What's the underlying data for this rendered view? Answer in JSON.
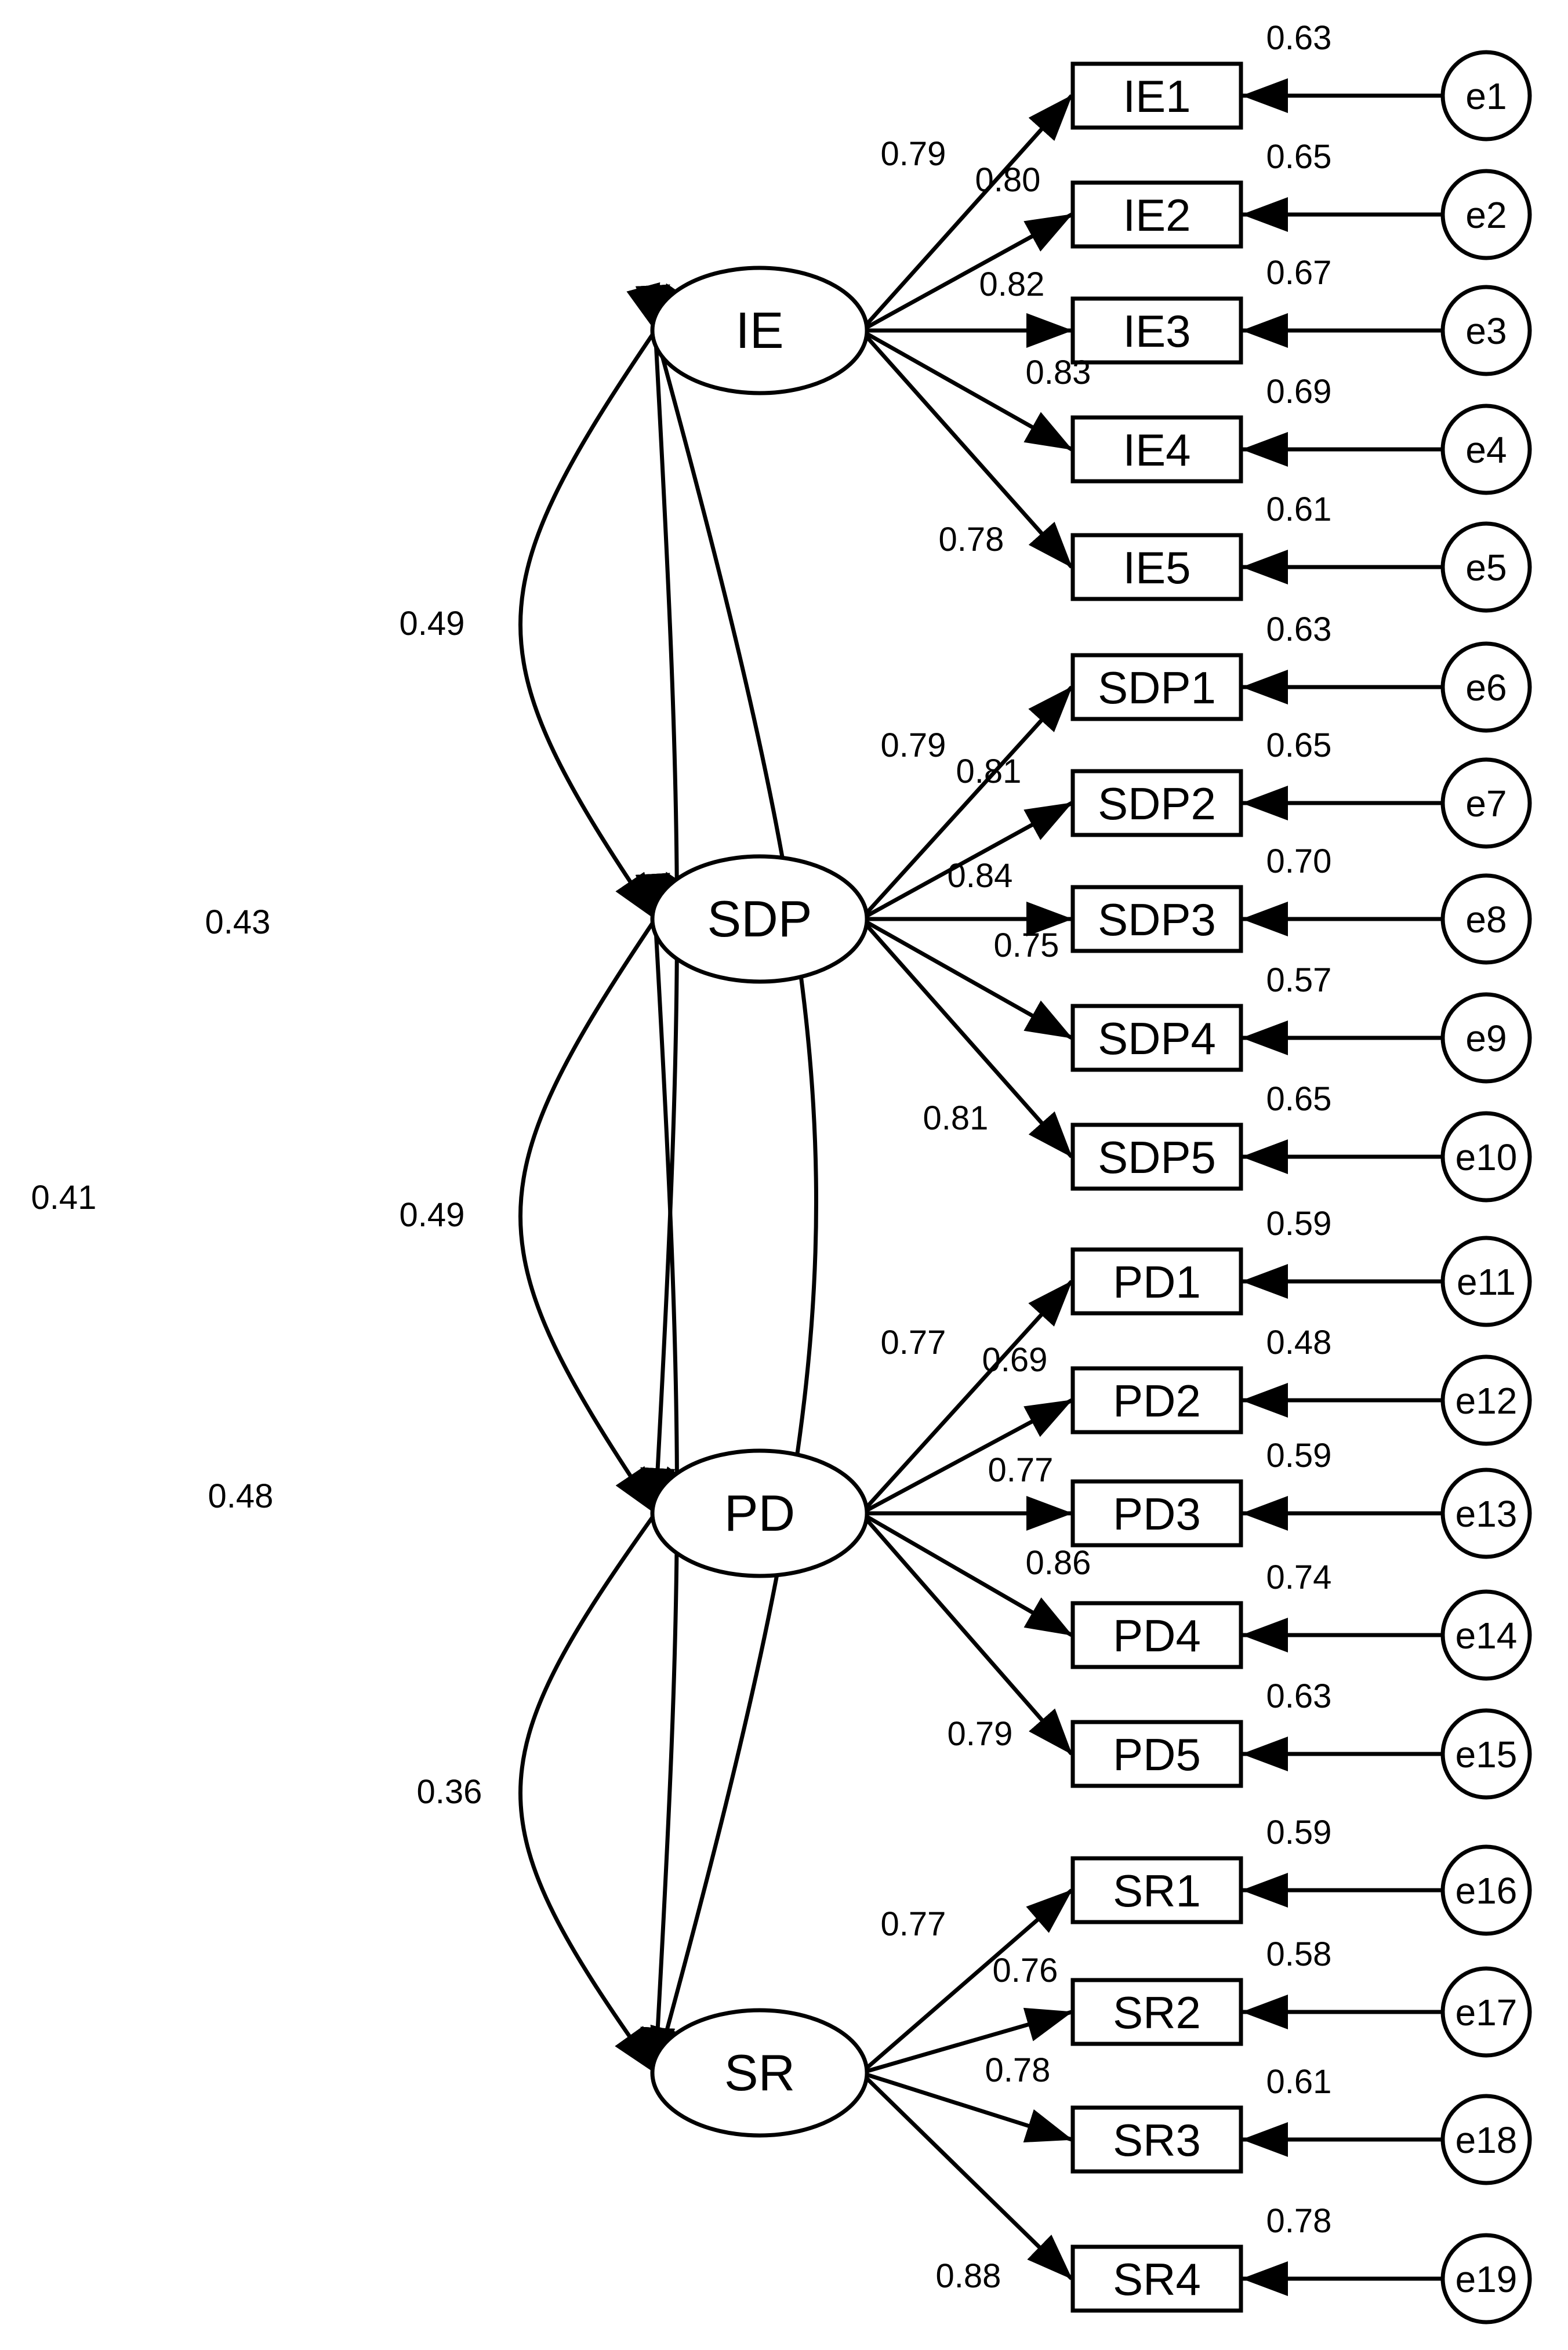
{
  "colors": {
    "stroke": "#000000",
    "background": "#ffffff"
  },
  "latents": [
    {
      "id": "IE",
      "label": "IE",
      "indicators": [
        {
          "label": "IE1",
          "error": "e1",
          "loading": "0.79",
          "r2": "0.63"
        },
        {
          "label": "IE2",
          "error": "e2",
          "loading": "0.80",
          "r2": "0.65"
        },
        {
          "label": "IE3",
          "error": "e3",
          "loading": "0.82",
          "r2": "0.67"
        },
        {
          "label": "IE4",
          "error": "e4",
          "loading": "0.83",
          "r2": "0.69"
        },
        {
          "label": "IE5",
          "error": "e5",
          "loading": "0.78",
          "r2": "0.61"
        }
      ]
    },
    {
      "id": "SDP",
      "label": "SDP",
      "indicators": [
        {
          "label": "SDP1",
          "error": "e6",
          "loading": "0.79",
          "r2": "0.63"
        },
        {
          "label": "SDP2",
          "error": "e7",
          "loading": "0.81",
          "r2": "0.65"
        },
        {
          "label": "SDP3",
          "error": "e8",
          "loading": "0.84",
          "r2": "0.70"
        },
        {
          "label": "SDP4",
          "error": "e9",
          "loading": "0.75",
          "r2": "0.57"
        },
        {
          "label": "SDP5",
          "error": "e10",
          "loading": "0.81",
          "r2": "0.65"
        }
      ]
    },
    {
      "id": "PD",
      "label": "PD",
      "indicators": [
        {
          "label": "PD1",
          "error": "e11",
          "loading": "0.77",
          "r2": "0.59"
        },
        {
          "label": "PD2",
          "error": "e12",
          "loading": "0.69",
          "r2": "0.48"
        },
        {
          "label": "PD3",
          "error": "e13",
          "loading": "0.77",
          "r2": "0.59"
        },
        {
          "label": "PD4",
          "error": "e14",
          "loading": "0.86",
          "r2": "0.74"
        },
        {
          "label": "PD5",
          "error": "e15",
          "loading": "0.79",
          "r2": "0.63"
        }
      ]
    },
    {
      "id": "SR",
      "label": "SR",
      "indicators": [
        {
          "label": "SR1",
          "error": "e16",
          "loading": "0.77",
          "r2": "0.59"
        },
        {
          "label": "SR2",
          "error": "e17",
          "loading": "0.76",
          "r2": "0.58"
        },
        {
          "label": "SR3",
          "error": "e18",
          "loading": "0.78",
          "r2": "0.61"
        },
        {
          "label": "SR4",
          "error": "e19",
          "loading": "0.88",
          "r2": "0.78"
        }
      ]
    }
  ],
  "correlations": [
    {
      "from": "IE",
      "to": "SDP",
      "value": "0.49"
    },
    {
      "from": "IE",
      "to": "PD",
      "value": "0.43"
    },
    {
      "from": "IE",
      "to": "SR",
      "value": "0.41"
    },
    {
      "from": "SDP",
      "to": "PD",
      "value": "0.49"
    },
    {
      "from": "SDP",
      "to": "SR",
      "value": "0.48"
    },
    {
      "from": "PD",
      "to": "SR",
      "value": "0.36"
    }
  ]
}
